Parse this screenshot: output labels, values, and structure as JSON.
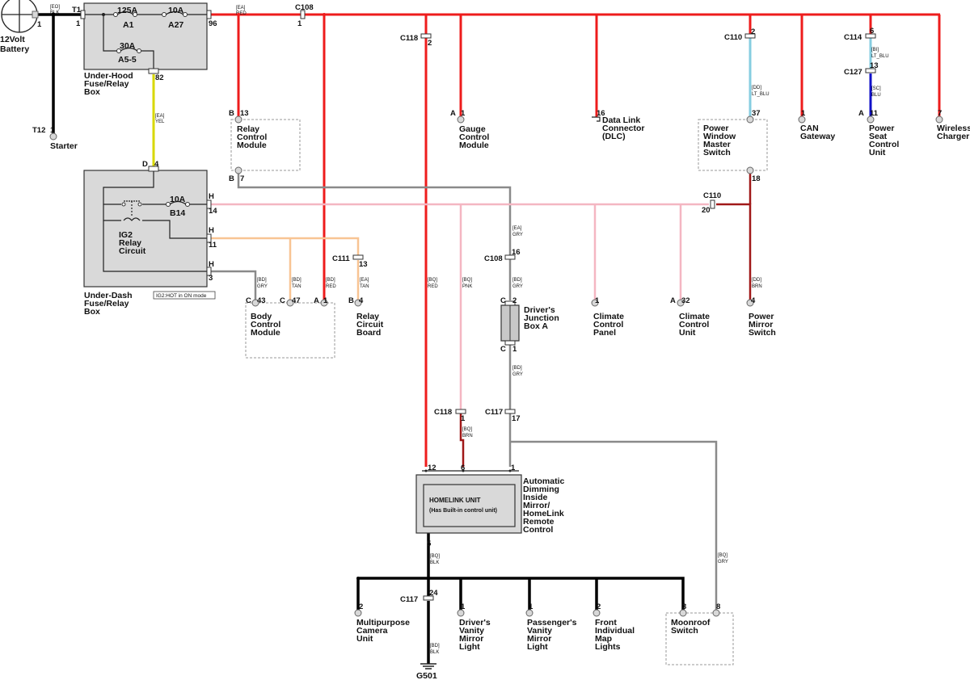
{
  "components": {
    "battery": {
      "name": [
        "12Volt",
        "Battery"
      ],
      "pin": "1"
    },
    "under_hood_box": {
      "name": [
        "Under-Hood",
        "Fuse/Relay",
        "Box"
      ],
      "connector": "T1",
      "pin_in": "1",
      "pin_out": "96",
      "pin_82": "82",
      "fuses": [
        {
          "rating": "125A",
          "id": "A1"
        },
        {
          "rating": "10A",
          "id": "A27"
        },
        {
          "rating": "30A",
          "id": "A5-5"
        }
      ]
    },
    "starter": {
      "name": "Starter",
      "connector": "T12",
      "pin": "1"
    },
    "under_dash_box": {
      "name": [
        "Under-Dash",
        "Fuse/Relay",
        "Box"
      ],
      "top_connector": "D",
      "top_pin": "4",
      "fuse": {
        "rating": "10A",
        "id": "B14"
      },
      "relay": [
        "IG2",
        "Relay",
        "Circuit"
      ],
      "pins": [
        {
          "conn": "H",
          "pin": "14"
        },
        {
          "conn": "H",
          "pin": "11"
        },
        {
          "conn": "H",
          "pin": "3"
        }
      ],
      "note": "IG2:HOT in ON mode"
    },
    "relay_control_module": {
      "name": [
        "Relay",
        "Control",
        "Module"
      ],
      "top_conn": "B",
      "top_pin": "13",
      "bot_conn": "B",
      "bot_pin": "7"
    },
    "body_control_module": {
      "name": [
        "Body",
        "Control",
        "Module"
      ],
      "pins": [
        {
          "conn": "C",
          "pin": "43"
        },
        {
          "conn": "C",
          "pin": "47"
        },
        {
          "conn": "A",
          "pin": "1"
        }
      ]
    },
    "relay_circuit_board": {
      "name": [
        "Relay",
        "Circuit",
        "Board"
      ],
      "conn": "B",
      "pin": "4"
    },
    "gauge_control_module": {
      "name": [
        "Gauge",
        "Control",
        "Module"
      ],
      "conn": "A",
      "pin": "1"
    },
    "data_link_connector": {
      "name": [
        "Data Link",
        "Connector",
        "(DLC)"
      ],
      "pin": "16"
    },
    "power_window_master_switch": {
      "name": [
        "Power",
        "Window",
        "Master",
        "Switch"
      ],
      "top_pin": "37",
      "bot_pin": "18"
    },
    "can_gateway": {
      "name": [
        "CAN",
        "Gateway"
      ],
      "pin": "1"
    },
    "power_seat_control_unit": {
      "name": [
        "Power",
        "Seat",
        "Control",
        "Unit"
      ],
      "conn": "A",
      "pin": "11"
    },
    "wireless_charger": {
      "name": [
        "Wireless",
        "Charger"
      ],
      "pin": "7"
    },
    "drivers_junction_box": {
      "name": [
        "Driver's",
        "Junction",
        "Box A"
      ],
      "top_conn": "C",
      "top_pin": "2",
      "bot_conn": "C",
      "bot_pin": "1"
    },
    "climate_control_panel": {
      "name": [
        "Climate",
        "Control",
        "Panel"
      ],
      "pin": "1"
    },
    "climate_control_unit": {
      "name": [
        "Climate",
        "Control",
        "Unit"
      ],
      "conn": "A",
      "pin": "32"
    },
    "power_mirror_switch": {
      "name": [
        "Power",
        "Mirror",
        "Switch"
      ],
      "pin": "4"
    },
    "homelink": {
      "name": [
        "Automatic",
        "Dimming",
        "Inside",
        "Mirror/",
        "HomeLink",
        "Remote",
        "Control"
      ],
      "inner_title": "HOMELINK   UNIT",
      "inner_sub": "(Has Built-in control unit)",
      "pins": [
        "12",
        "6",
        "1"
      ],
      "gnd_pin": "5"
    },
    "multipurpose_camera": {
      "name": [
        "Multipurpose",
        "Camera",
        "Unit"
      ],
      "pin": "2"
    },
    "drivers_vanity": {
      "name": [
        "Driver's",
        "Vanity",
        "Mirror",
        "Light"
      ],
      "pin": "1"
    },
    "passengers_vanity": {
      "name": [
        "Passenger's",
        "Vanity",
        "Mirror",
        "Light"
      ],
      "pin": "1"
    },
    "front_map_lights": {
      "name": [
        "Front",
        "Individual",
        "Map",
        "Lights"
      ],
      "pin": "2"
    },
    "moonroof_switch": {
      "name": [
        "Moonroof",
        "Switch"
      ],
      "pins": [
        "3",
        "8"
      ]
    },
    "ground": {
      "name": "G501"
    }
  },
  "connectors": {
    "c108_top": {
      "name": "C108",
      "pin": "1"
    },
    "c118_top": {
      "name": "C118",
      "pin": "2"
    },
    "c110_top": {
      "name": "C110",
      "pin": "2"
    },
    "c114": {
      "name": "C114",
      "pin": "6"
    },
    "c127": {
      "name": "C127",
      "pin": "13"
    },
    "c110_mid": {
      "name": "C110",
      "pin": "20"
    },
    "c111": {
      "name": "C111",
      "pin": "13"
    },
    "c108_mid": {
      "name": "C108",
      "pin": "16"
    },
    "c118_bot": {
      "name": "C118",
      "pin": "1"
    },
    "c117_top": {
      "name": "C117",
      "pin": "17"
    },
    "c117_bot": {
      "name": "C117",
      "pin": "24"
    }
  },
  "wire_codes": {
    "eo_blk": [
      "[EO]",
      "BLK"
    ],
    "ea_red": [
      "[EA]",
      "RED"
    ],
    "ea_yel": [
      "[EA]",
      "YEL"
    ],
    "dd_ltblu": [
      "[DD]",
      "LT_BLU"
    ],
    "bi_ltblu": [
      "[BI]",
      "LT_BLU"
    ],
    "sc_blu": [
      "[SC]",
      "BLU"
    ],
    "bq_red": [
      "[BQ]",
      "RED"
    ],
    "bq_pnk": [
      "[BQ]",
      "PNK"
    ],
    "ea_gry": [
      "[EA]",
      "GRY"
    ],
    "bd_gry1": [
      "[BD]",
      "GRY"
    ],
    "bd_gry2": [
      "[BD]",
      "GRY"
    ],
    "bd_gry3": [
      "[BD]",
      "GRY"
    ],
    "bd_tan": [
      "[BD]",
      "TAN"
    ],
    "bd_red": [
      "[BD]",
      "RED"
    ],
    "ea_tan": [
      "[EA]",
      "TAN"
    ],
    "dd_brn": [
      "[DD]",
      "BRN"
    ],
    "bq_brn": [
      "[BQ]",
      "BRN"
    ],
    "bq_blk": [
      "[BQ]",
      "BLK"
    ],
    "bd_blk": [
      "[BD]",
      "BLK"
    ],
    "bq_gry": [
      "[BQ]",
      "GRY"
    ]
  }
}
